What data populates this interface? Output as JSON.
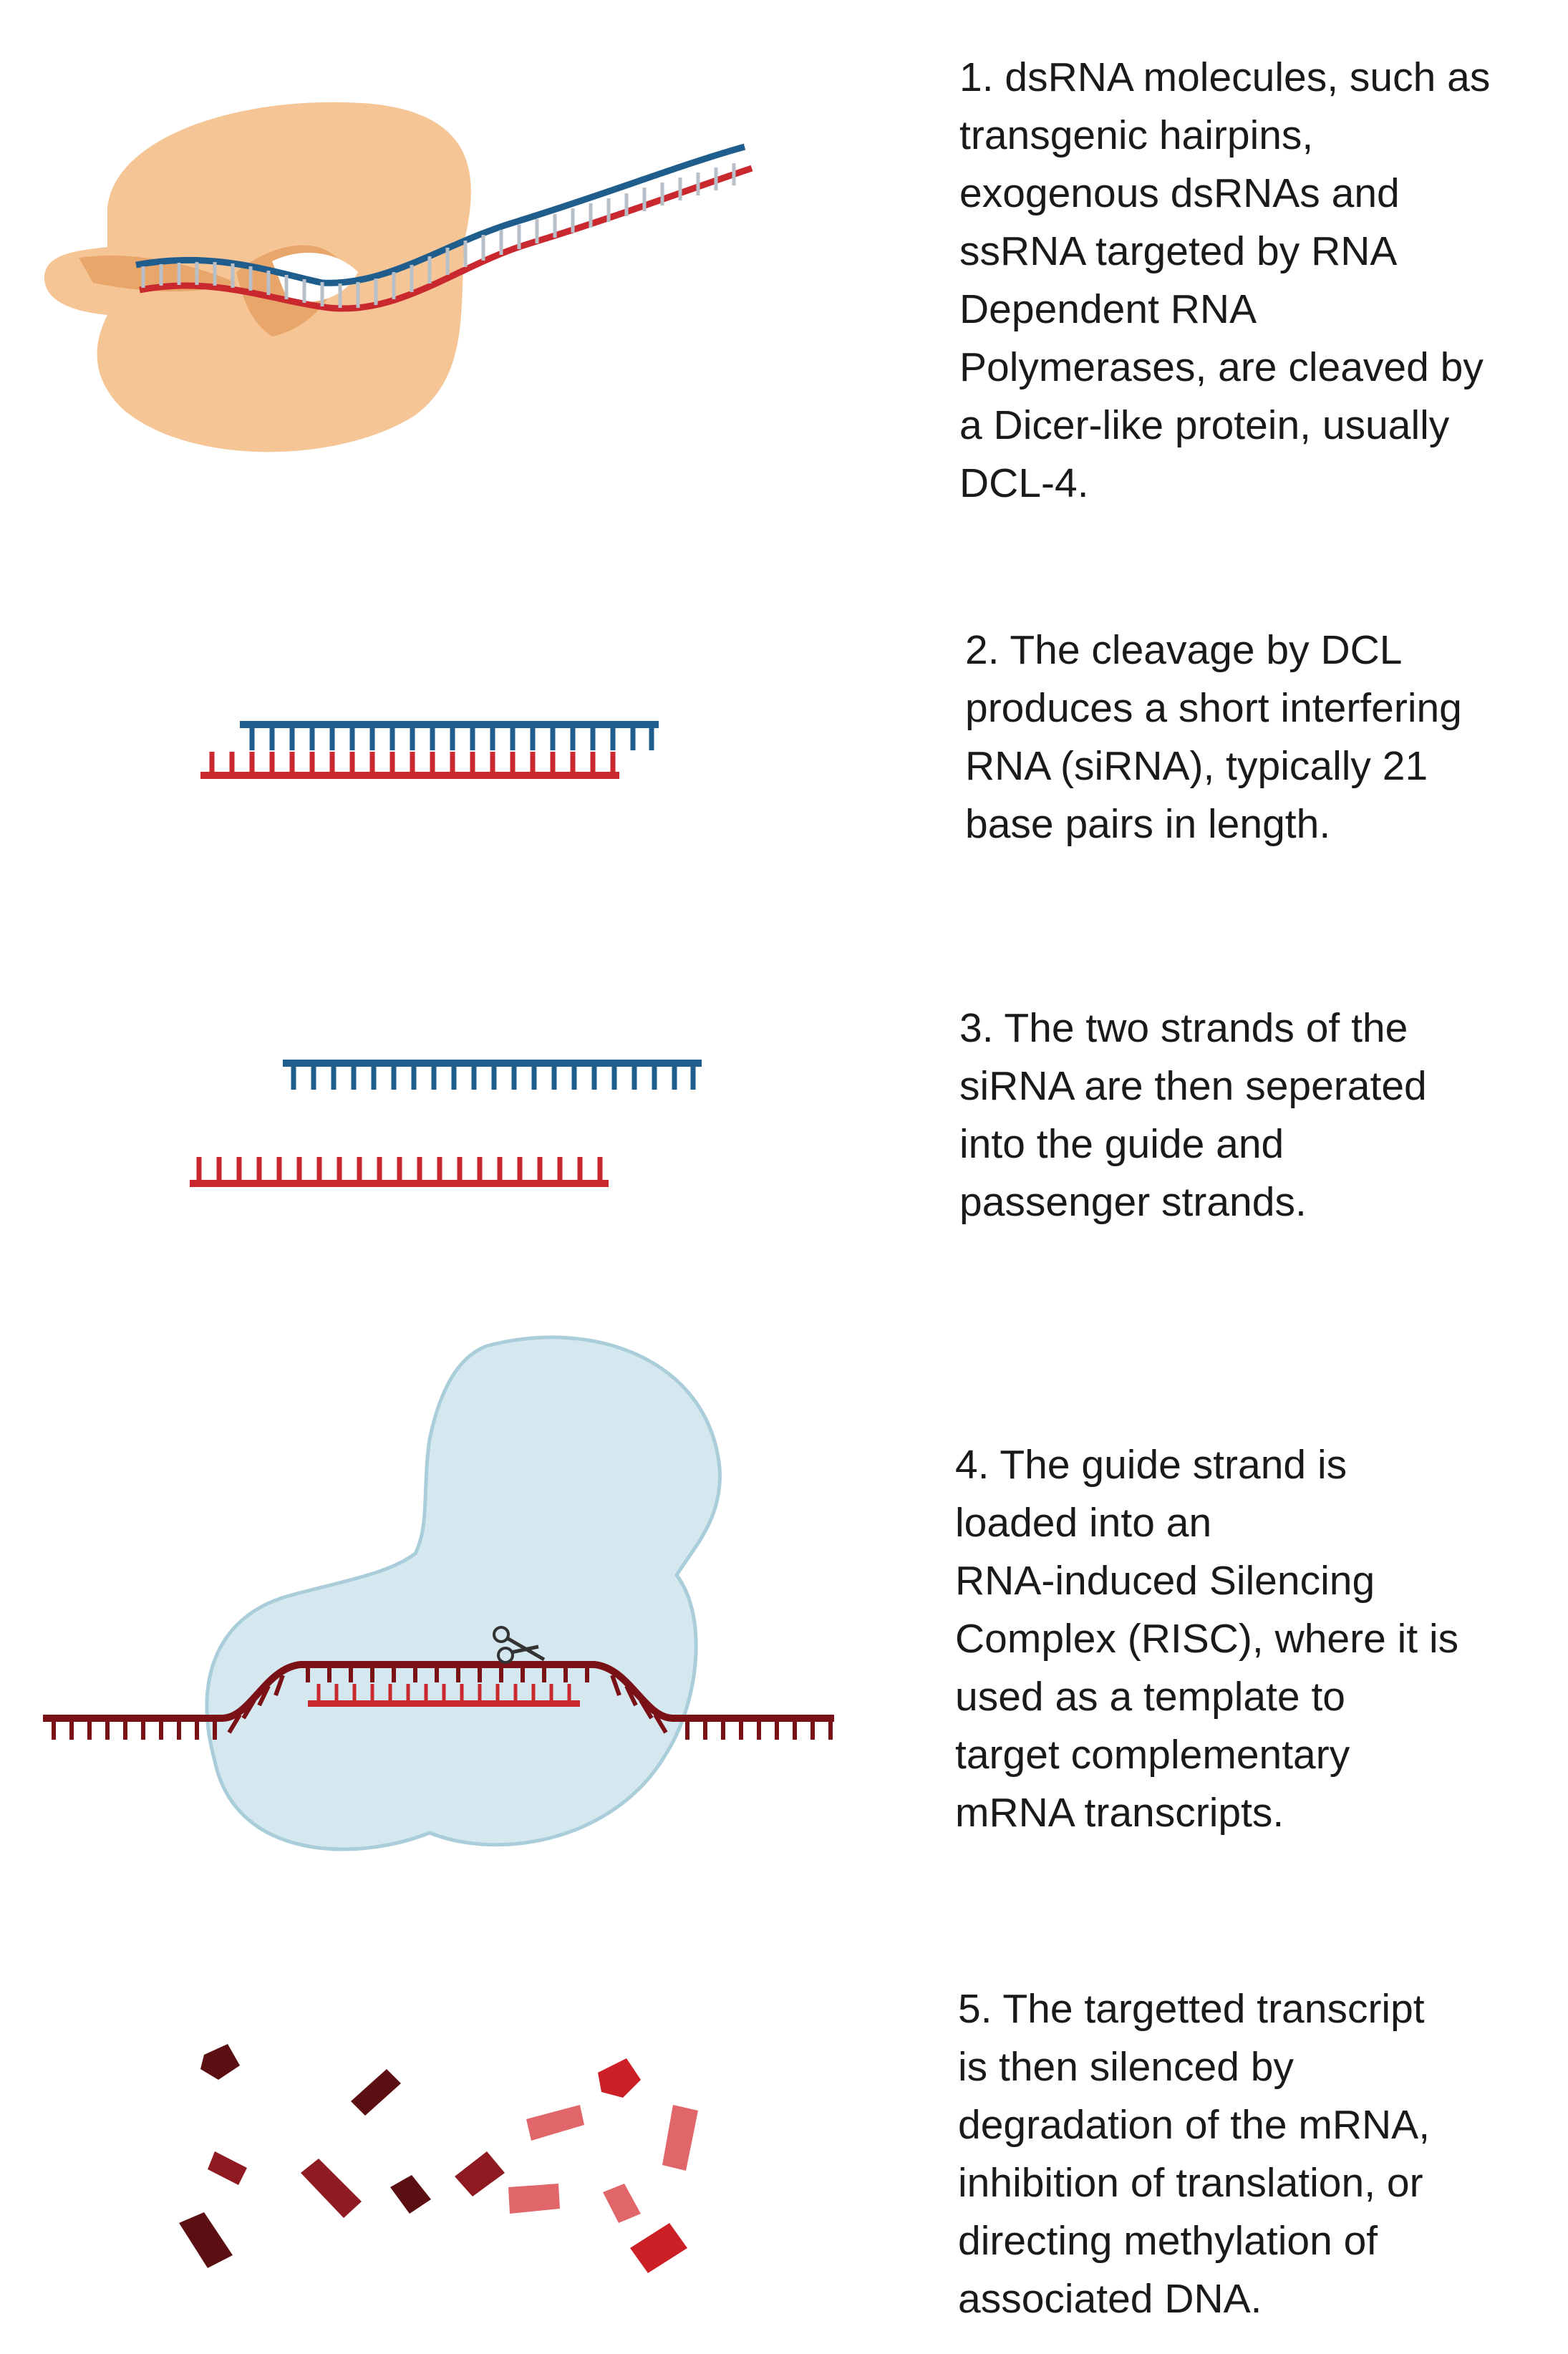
{
  "steps": [
    {
      "number": 1,
      "lines": [
        "1. dsRNA molecules, such as",
        "transgenic hairpins,",
        "exogenous dsRNAs and",
        "ssRNA targeted by RNA",
        "Dependent RNA",
        "Polymerases, are cleaved by",
        "a Dicer-like protein, usually",
        "DCL-4."
      ]
    },
    {
      "number": 2,
      "lines": [
        "2. The cleavage by DCL",
        "produces a short interfering",
        "RNA (siRNA), typically 21",
        "base pairs in length."
      ]
    },
    {
      "number": 3,
      "lines": [
        "3. The two strands of the",
        "siRNA are then seperated",
        "into the guide and",
        "passenger strands."
      ]
    },
    {
      "number": 4,
      "lines": [
        "4. The guide strand is",
        "loaded into an",
        "RNA-induced Silencing",
        "Complex (RISC), where it is",
        "used as a template to",
        "target complementary",
        "mRNA transcripts."
      ]
    },
    {
      "number": 5,
      "lines": [
        "5. The targetted transcript",
        "is then silenced by",
        "degradation of the mRNA,",
        "inhibition of translation, or",
        "directing methylation of",
        "associated DNA."
      ]
    }
  ],
  "colors": {
    "text": "#1a1a1a",
    "blue_strand": "#1f5e8c",
    "red_strand": "#c8282e",
    "dark_red_strand": "#7a1116",
    "dicer_protein": "#f6c596",
    "dicer_shadow": "#e8a66b",
    "risc_complex": "#d6e8ef",
    "risc_outline": "#a9cdd9",
    "fragment_dark": "#5c0f12",
    "fragment_mid": "#8f1a22",
    "fragment_red": "#cc1f26",
    "fragment_pink": "#e0666a"
  },
  "icons": {
    "scissors": "scissors-icon",
    "dicer": "dicer-protein",
    "risc": "risc-complex"
  }
}
